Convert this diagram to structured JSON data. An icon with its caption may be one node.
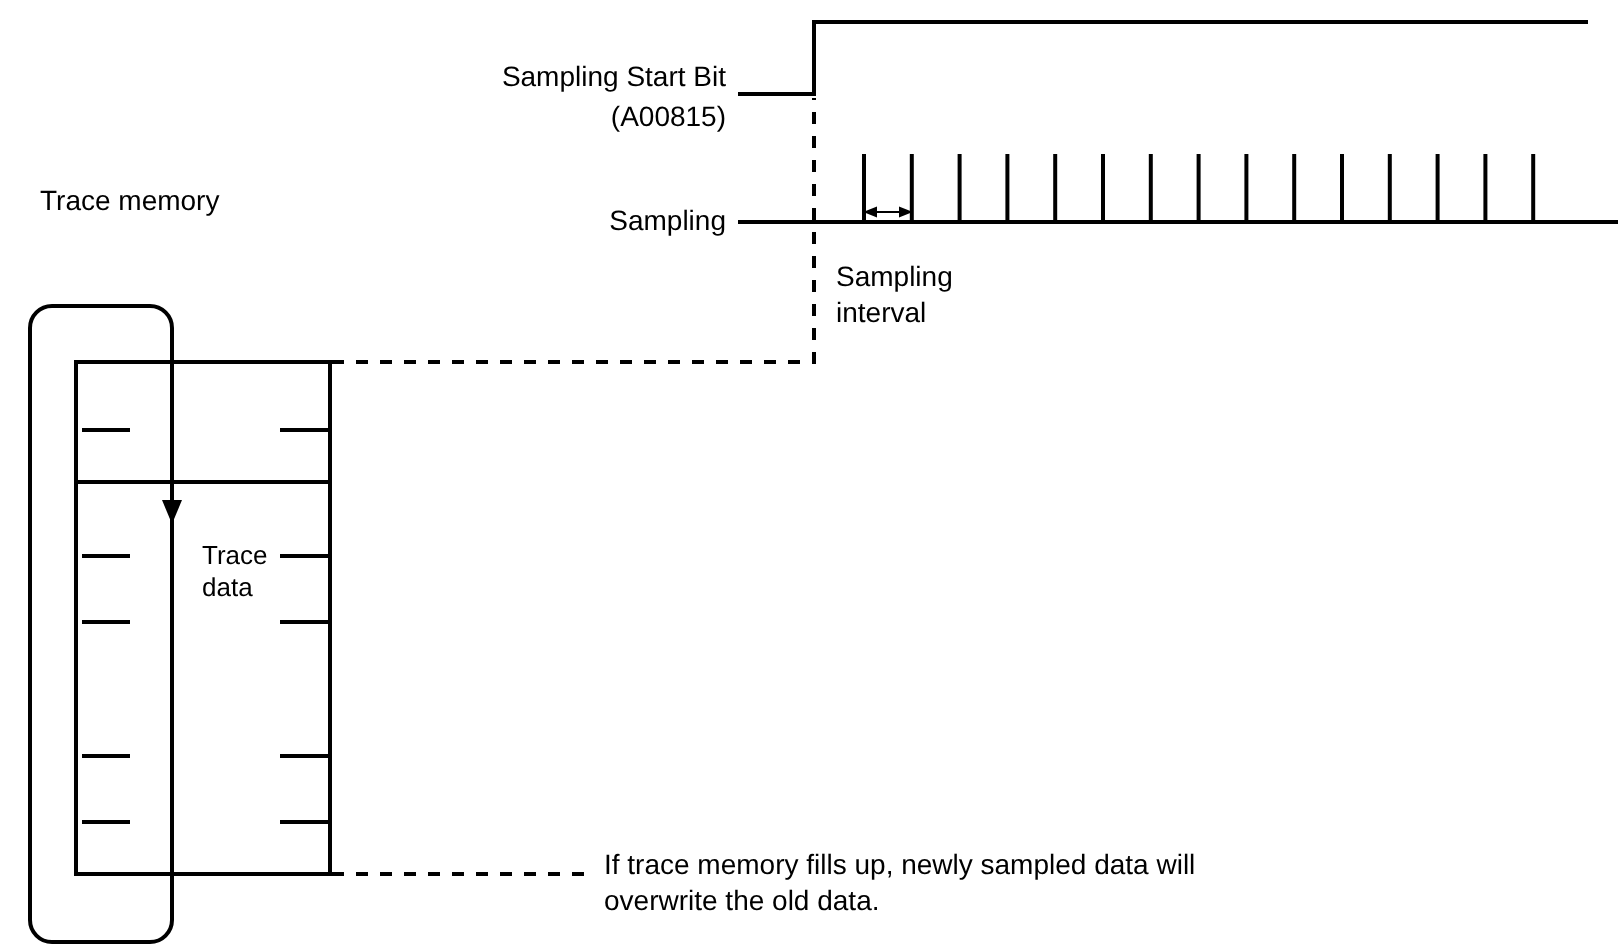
{
  "diagram": {
    "nodes": [
      {
        "text": [
          "Trace memory"
        ]
      },
      {
        "text": [
          "Trace data"
        ]
      },
      {
        "text": [],
        "shape": "picture",
        "beside": [
          "Sampling Start Bit (A00815)"
        ]
      },
      {
        "text": [],
        "shape": "picture",
        "beside": [
          "Sampling"
        ]
      },
      {
        "text": [
          "If trace memory fills up, newly sampled data will overwrite the old data."
        ]
      }
    ],
    "edges": [
      {
        "from": 1,
        "to": 2,
        "arrow": "none",
        "style": "dashed"
      },
      {
        "from": 1,
        "to": 4,
        "arrow": "none",
        "style": "dashed"
      }
    ],
    "labels": [
      "Sampling interval"
    ]
  }
}
